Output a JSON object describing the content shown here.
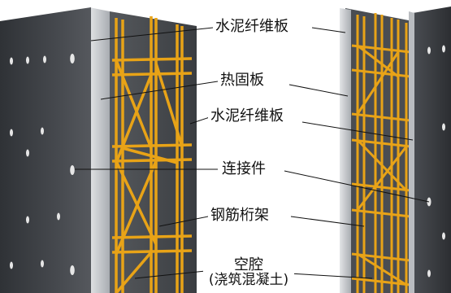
{
  "labels": {
    "cement_board_top": "水泥纤维板",
    "insulation_board": "热固板",
    "cement_board_inner": "水泥纤维板",
    "connector": "连接件",
    "steel_truss": "钢筋桁架",
    "cavity": "空腔",
    "cavity_note": "(浇筑混凝土)"
  },
  "colors": {
    "board_dark": "#3c3e42",
    "insulation": "#c9ccd0",
    "truss": "#e8a317",
    "leader": "#111111"
  }
}
